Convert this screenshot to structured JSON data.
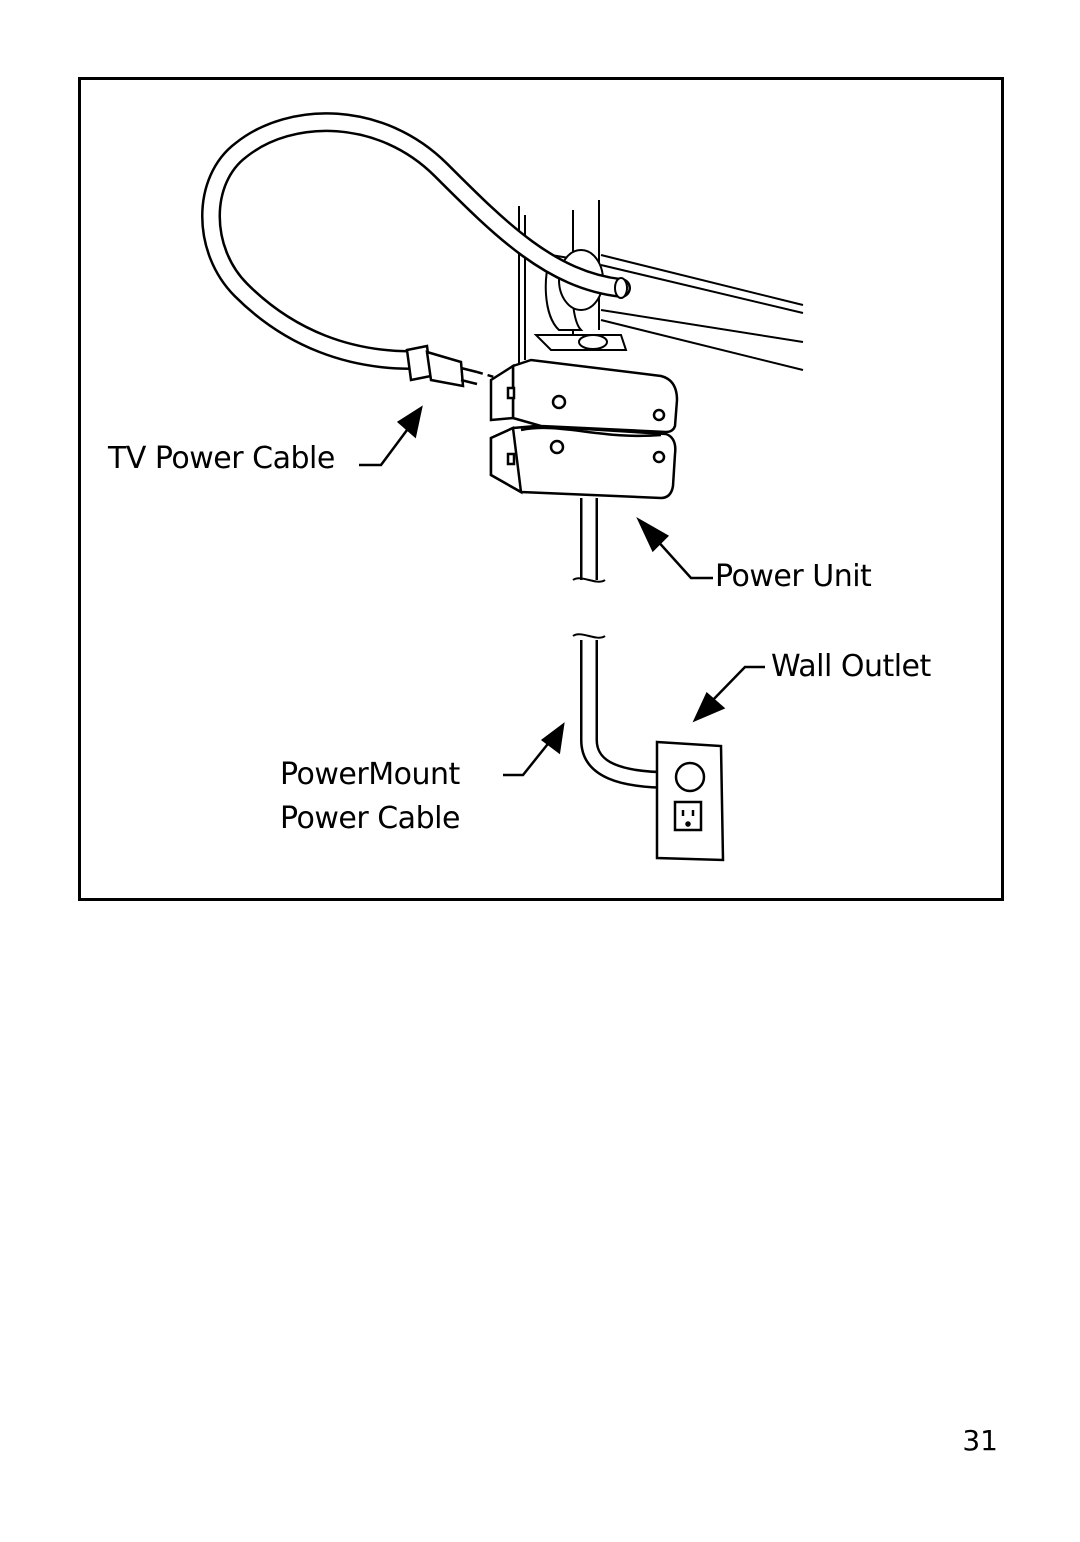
{
  "diagram": {
    "labels": {
      "tv_power_cable": "TV Power Cable",
      "power_unit": "Power Unit",
      "wall_outlet": "Wall Outlet",
      "powermount_line1": "PowerMount",
      "powermount_line2": "Power Cable"
    }
  },
  "page": {
    "number": "31"
  }
}
